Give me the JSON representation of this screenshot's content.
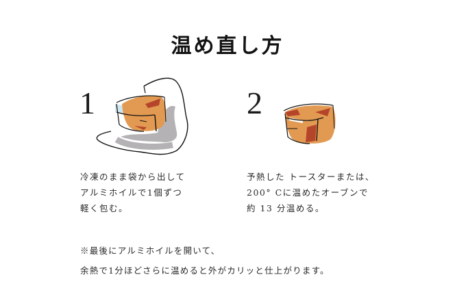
{
  "title": "温め直し方",
  "colors": {
    "cake_orange": "#e29a52",
    "cake_dark": "#b5452a",
    "shadow_gray": "#b4b2b4",
    "ice_blue": "#cfe6ee",
    "text": "#2a2a2a"
  },
  "steps": [
    {
      "number": "1",
      "illustration": "frozen-cake-in-foil-icon",
      "lines": [
        "冷凍のまま袋から出して",
        "アルミホイルで1個ずつ",
        "軽く包む。"
      ]
    },
    {
      "number": "2",
      "illustration": "cake-icon",
      "lines": [
        "予熱した トースターまたは、",
        "200° Cに温めたオーブンで",
        "約 13 分温める。"
      ]
    }
  ],
  "note": {
    "lines": [
      "※最後にアルミホイルを開いて、",
      "余熱で1分ほどさらに温めると外がカリッと仕上がります。"
    ]
  }
}
